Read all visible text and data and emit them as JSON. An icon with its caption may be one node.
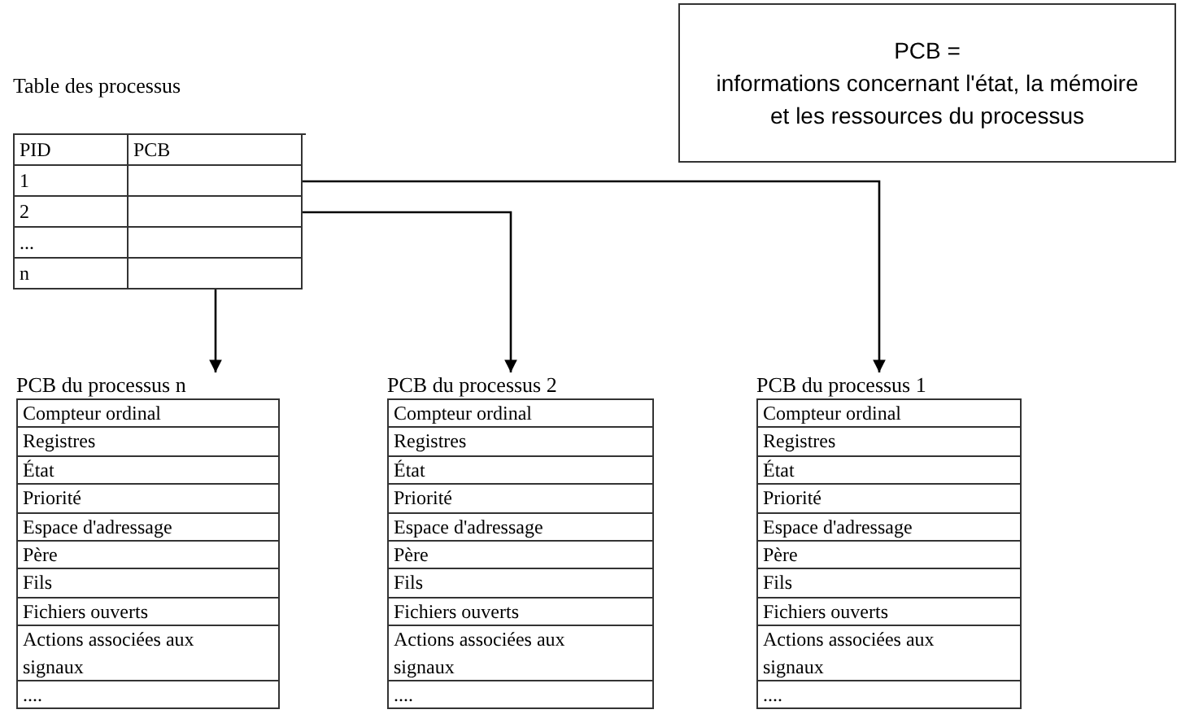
{
  "diagram": {
    "nodes": [
      {
        "text": [
          "PCB =",
          "informations concernant l'état, la mémoire et les ressources du processus"
        ]
      },
      {
        "text": [
          "Table des processus"
        ]
      },
      {
        "text": [
          "PID"
        ],
        "in": 1
      },
      {
        "text": [
          "PCB"
        ],
        "in": 1
      },
      {
        "text": [
          "1"
        ],
        "in": 1
      },
      {
        "text": [],
        "shape": "box",
        "in": 1
      },
      {
        "text": [
          "2"
        ],
        "in": 1
      },
      {
        "text": [],
        "shape": "box",
        "in": 1
      },
      {
        "text": [
          "..."
        ],
        "in": 1
      },
      {
        "text": [],
        "shape": "box",
        "in": 1
      },
      {
        "text": [
          "n"
        ],
        "in": 1
      },
      {
        "text": [],
        "shape": "box",
        "in": 1
      },
      {
        "text": [
          "PCB du processus n"
        ]
      },
      {
        "text": [
          "Compteur ordinal"
        ],
        "in": 12
      },
      {
        "text": [
          "Registres"
        ],
        "in": 12
      },
      {
        "text": [
          "État"
        ],
        "in": 12
      },
      {
        "text": [
          "Priorité"
        ],
        "in": 12
      },
      {
        "text": [
          "Espace d'adressage"
        ],
        "in": 12
      },
      {
        "text": [
          "Père"
        ],
        "in": 12
      },
      {
        "text": [
          "Fils"
        ],
        "in": 12
      },
      {
        "text": [
          "Fichiers ouverts"
        ],
        "in": 12
      },
      {
        "text": [
          "Actions associées aux signaux"
        ],
        "in": 12
      },
      {
        "text": [
          "...."
        ],
        "in": 12
      },
      {
        "text": [
          "PCB du processus 2"
        ]
      },
      {
        "text": [
          "Compteur ordinal"
        ],
        "in": 23
      },
      {
        "text": [
          "Registres"
        ],
        "in": 23
      },
      {
        "text": [
          "État"
        ],
        "in": 23
      },
      {
        "text": [
          "Priorité"
        ],
        "in": 23
      },
      {
        "text": [
          "Espace d'adressage"
        ],
        "in": 23
      },
      {
        "text": [
          "Père"
        ],
        "in": 23
      },
      {
        "text": [
          "Fils"
        ],
        "in": 23
      },
      {
        "text": [
          "Fichiers ouverts"
        ],
        "in": 23
      },
      {
        "text": [
          "Actions associées aux signaux"
        ],
        "in": 23
      },
      {
        "text": [
          "...."
        ],
        "in": 23
      },
      {
        "text": [
          "PCB du processus 1"
        ]
      },
      {
        "text": [
          "Compteur ordinal"
        ],
        "in": 34
      },
      {
        "text": [
          "Registres"
        ],
        "in": 34
      },
      {
        "text": [
          "État"
        ],
        "in": 34
      },
      {
        "text": [
          "Priorité"
        ],
        "in": 34
      },
      {
        "text": [
          "Espace d'adressage"
        ],
        "in": 34
      },
      {
        "text": [
          "Père"
        ],
        "in": 34
      },
      {
        "text": [
          "Fils"
        ],
        "in": 34
      },
      {
        "text": [
          "Fichiers ouverts"
        ],
        "in": 34
      },
      {
        "text": [
          "Actions associées aux signaux"
        ],
        "in": 34
      },
      {
        "text": [
          "...."
        ],
        "in": 34
      }
    ],
    "edges": [
      {
        "from": 5,
        "to": 34,
        "arrow": "to"
      },
      {
        "from": 7,
        "to": 23,
        "arrow": "to"
      },
      {
        "from": 11,
        "to": 12,
        "arrow": "to"
      }
    ]
  }
}
